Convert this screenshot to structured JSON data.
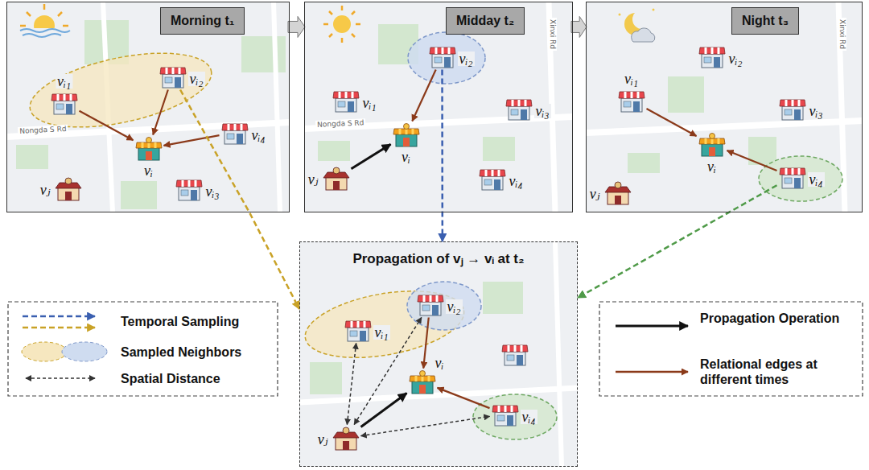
{
  "diagram": {
    "nodes": [
      {
        "text": [
          "Morning t₁"
        ]
      },
      {
        "text": [
          "vᵢ₁"
        ],
        "in": 0
      },
      {
        "text": [
          "vᵢ₂"
        ],
        "in": 0
      },
      {
        "text": [
          "vᵢ₃"
        ],
        "in": 0
      },
      {
        "text": [
          "vᵢ₄"
        ],
        "in": 0
      },
      {
        "text": [
          "vᵢ"
        ],
        "in": 0
      },
      {
        "text": [
          "vⱼ"
        ],
        "in": 0
      },
      {
        "text": [
          "Midday t₂"
        ]
      },
      {
        "text": [
          "vᵢ₁"
        ],
        "in": 7
      },
      {
        "text": [
          "vᵢ₂"
        ],
        "in": 7
      },
      {
        "text": [
          "vᵢ₃"
        ],
        "in": 7
      },
      {
        "text": [
          "vᵢ₄"
        ],
        "in": 7
      },
      {
        "text": [
          "vᵢ"
        ],
        "in": 7
      },
      {
        "text": [
          "vⱼ"
        ],
        "in": 7
      },
      {
        "text": [
          "Night t₃"
        ]
      },
      {
        "text": [
          "vᵢ₁"
        ],
        "in": 14
      },
      {
        "text": [
          "vᵢ₂"
        ],
        "in": 14
      },
      {
        "text": [
          "vᵢ₃"
        ],
        "in": 14
      },
      {
        "text": [
          "vᵢ₄"
        ],
        "in": 14
      },
      {
        "text": [
          "vᵢ"
        ],
        "in": 14
      },
      {
        "text": [
          "vⱼ"
        ],
        "in": 14
      },
      {
        "text": [
          "Propagation of vⱼ → vᵢ at t₂"
        ]
      },
      {
        "text": [
          "vᵢ₁"
        ],
        "in": 21
      },
      {
        "text": [
          "vᵢ₂"
        ],
        "in": 21
      },
      {
        "text": [
          "vᵢ₄"
        ],
        "in": 21
      },
      {
        "text": [
          "vᵢ"
        ],
        "in": 21
      },
      {
        "text": [
          "vⱼ"
        ],
        "in": 21
      }
    ],
    "edges": [
      {
        "from": 0,
        "to": 7,
        "arrow": "to"
      },
      {
        "from": 7,
        "to": 14,
        "arrow": "to"
      },
      {
        "from": 1,
        "to": 5,
        "arrow": "to"
      },
      {
        "from": 2,
        "to": 5,
        "arrow": "to"
      },
      {
        "from": 4,
        "to": 5,
        "arrow": "to"
      },
      {
        "from": 9,
        "to": 12,
        "arrow": "to"
      },
      {
        "from": 13,
        "to": 12,
        "arrow": "to"
      },
      {
        "from": 15,
        "to": 19,
        "arrow": "to"
      },
      {
        "from": 18,
        "to": 19,
        "arrow": "to"
      },
      {
        "from": 26,
        "to": 25,
        "arrow": "to"
      },
      {
        "from": 23,
        "to": 25,
        "arrow": "to"
      },
      {
        "from": 24,
        "to": 25,
        "arrow": "to"
      },
      {
        "from": 26,
        "to": 22,
        "arrow": "both"
      },
      {
        "from": 26,
        "to": 23,
        "arrow": "both"
      },
      {
        "from": 26,
        "to": 24,
        "arrow": "both"
      },
      {
        "from": 2,
        "to": 21,
        "arrow": "to"
      },
      {
        "from": 9,
        "to": 21,
        "arrow": "to"
      },
      {
        "from": 18,
        "to": 21,
        "arrow": "to"
      }
    ],
    "labels": [
      "Nongda S Rd",
      "Nongda S Rd",
      "Xinxi Rd",
      "Xinxi Rd"
    ],
    "legend": [
      {
        "text": "Temporal Sampling"
      },
      {
        "text": "Sampled Neighbors"
      },
      {
        "text": "Spatial Distance"
      },
      {
        "text": "Propagation Operation"
      },
      {
        "text": "Relational edges at different times"
      }
    ]
  }
}
